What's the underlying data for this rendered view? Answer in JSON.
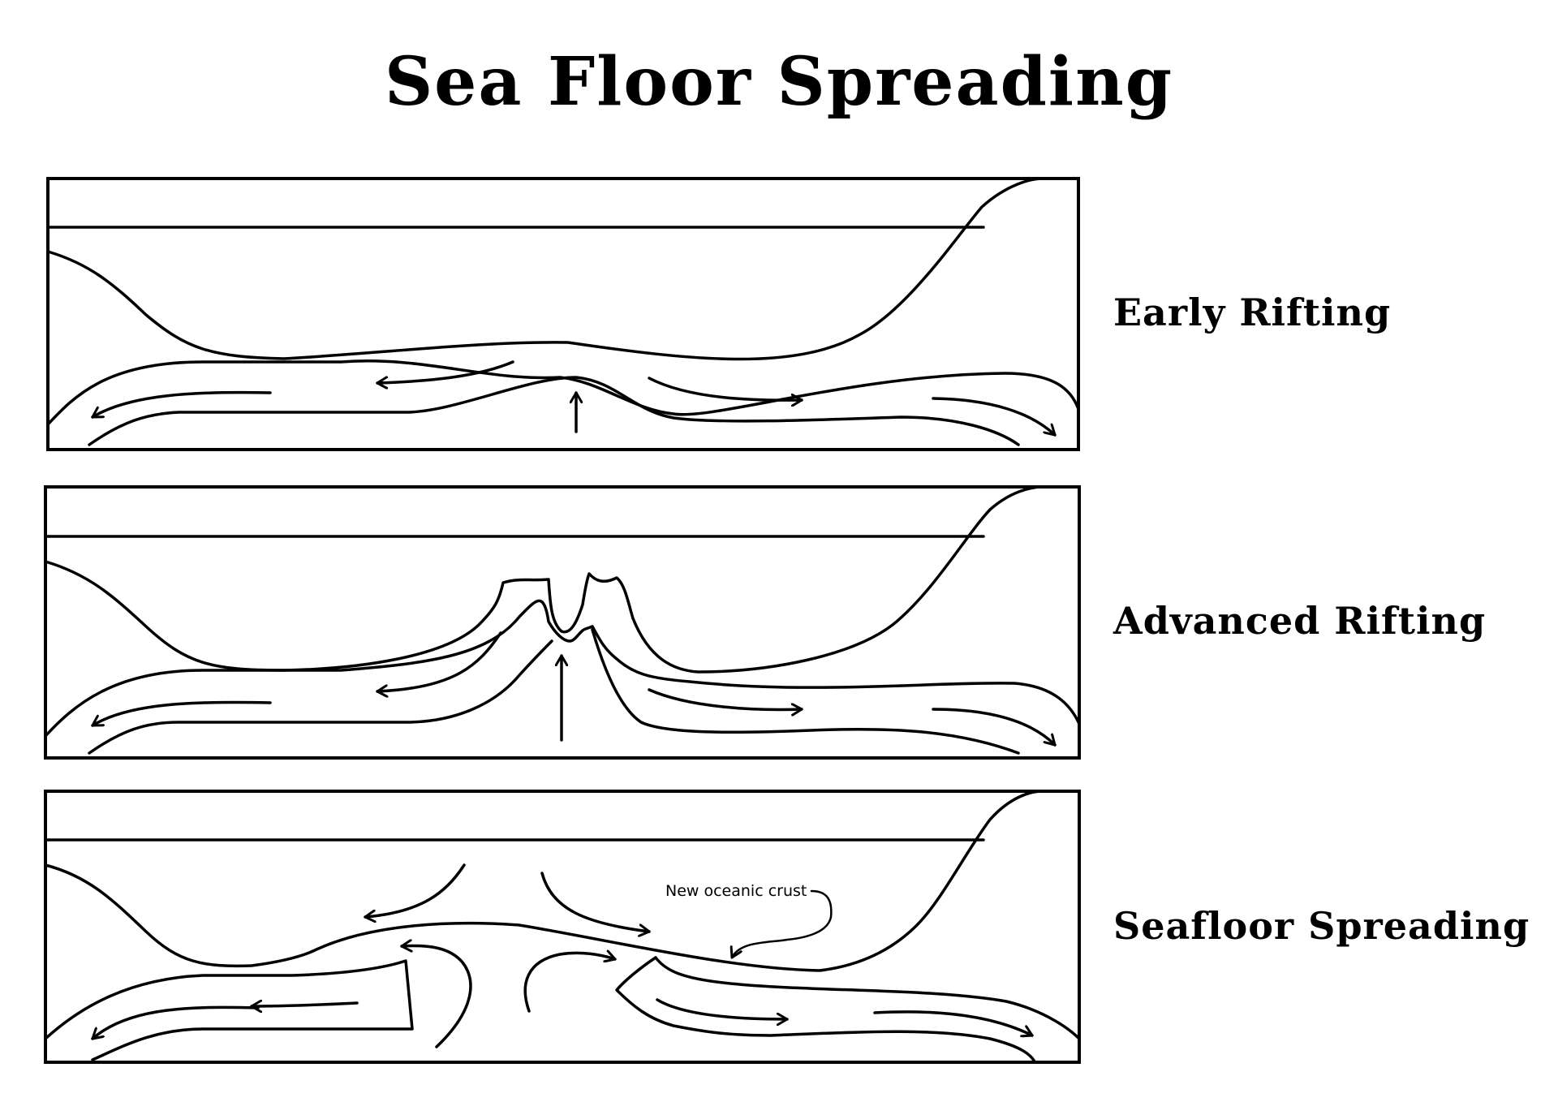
{
  "title": "Sea Floor Spreading",
  "stages": [
    {
      "label": "Early Rifting"
    },
    {
      "label": "Advanced Rifting"
    },
    {
      "label": "Seafloor Spreading",
      "annotation": "New oceanic crust"
    }
  ],
  "colors": {
    "stroke": "#000000",
    "background": "#ffffff"
  }
}
